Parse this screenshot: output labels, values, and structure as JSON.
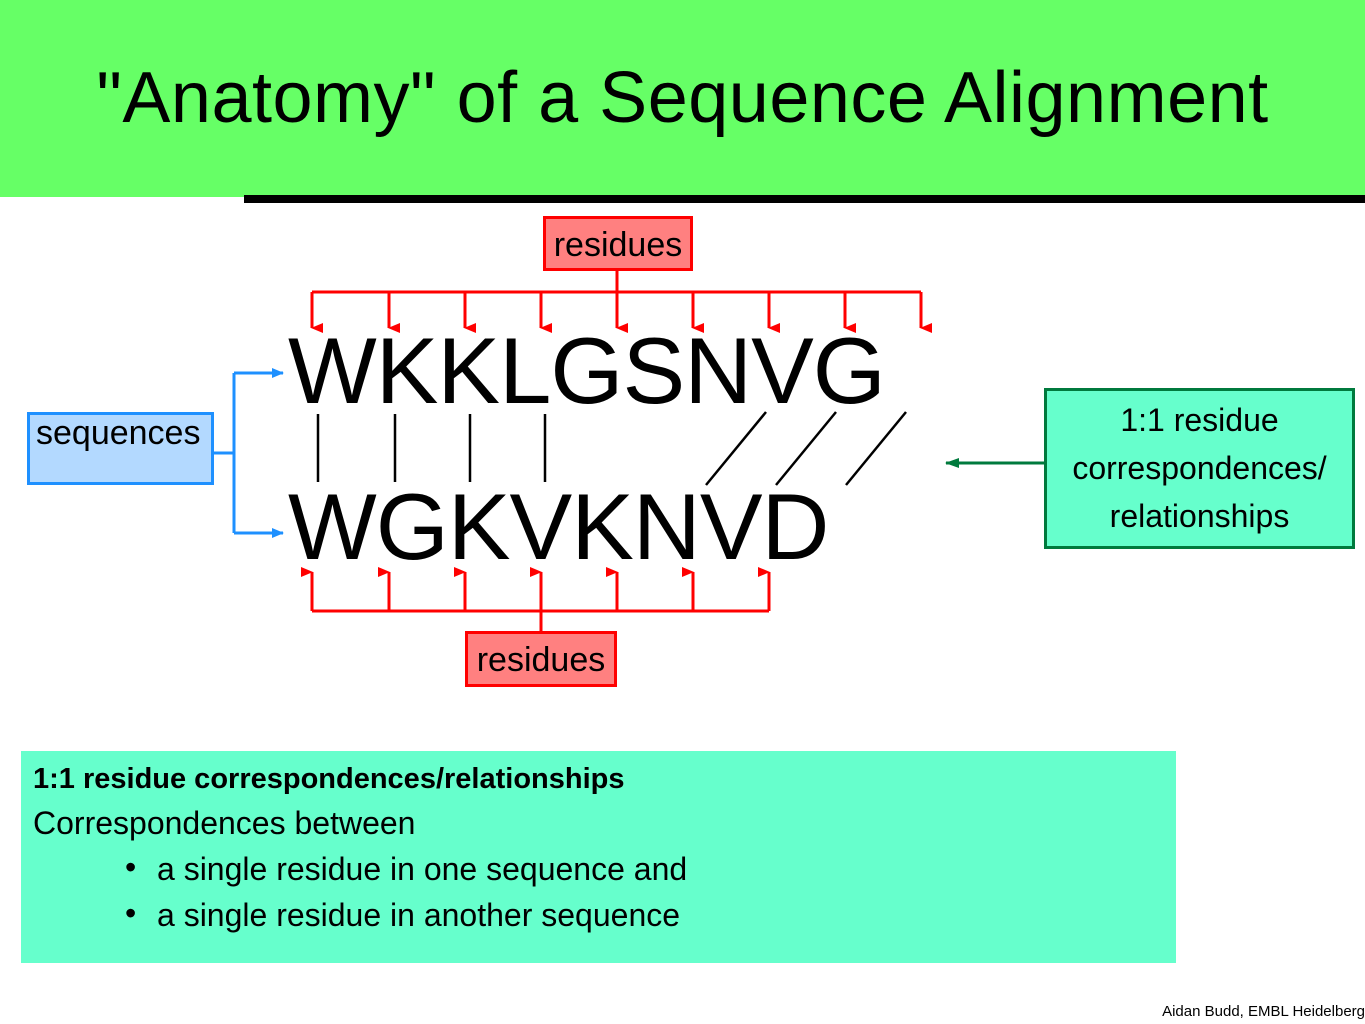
{
  "slide": {
    "title": "\"Anatomy\" of a Sequence Alignment",
    "sequence1": "WKKLGSNVG",
    "sequence2": "WGKVKNVD",
    "label_residues_top": "residues",
    "label_residues_bottom": "residues",
    "label_sequences": "sequences",
    "label_correspondences": [
      "1:1 residue",
      "correspondences/",
      "relationships"
    ],
    "note": {
      "heading": "1:1 residue correspondences/relationships",
      "intro": "Correspondences between",
      "bullets": [
        "a single residue in one sequence and",
        "a single residue in another sequence"
      ]
    },
    "footer": "Aidan Budd, EMBL Heidelberg"
  },
  "colors": {
    "title_band": "#66ff66",
    "residue_arrows": "#ff0000",
    "residue_box": "#ff8080",
    "sequence_arrows": "#1e90ff",
    "sequence_box": "#b3d9ff",
    "correspondence_arrow": "#007a3d",
    "correspondence_box": "#66ffcc"
  },
  "icons": [
    "bullet-icon"
  ]
}
